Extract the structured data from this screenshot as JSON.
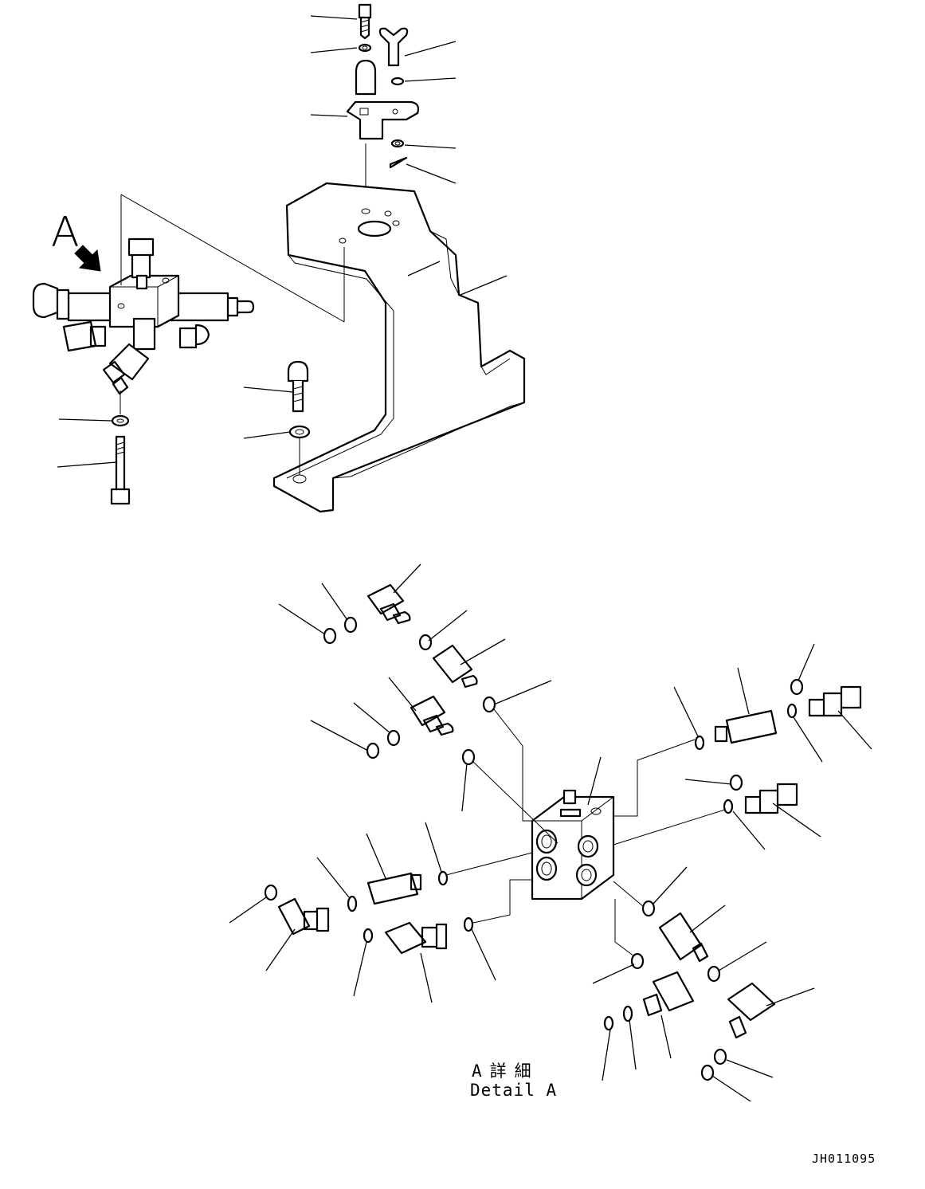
{
  "view_marker": {
    "letter": "A"
  },
  "detail_caption": {
    "japanese": "A詳細",
    "english": "Detail A"
  },
  "drawing_number": "JH011095"
}
